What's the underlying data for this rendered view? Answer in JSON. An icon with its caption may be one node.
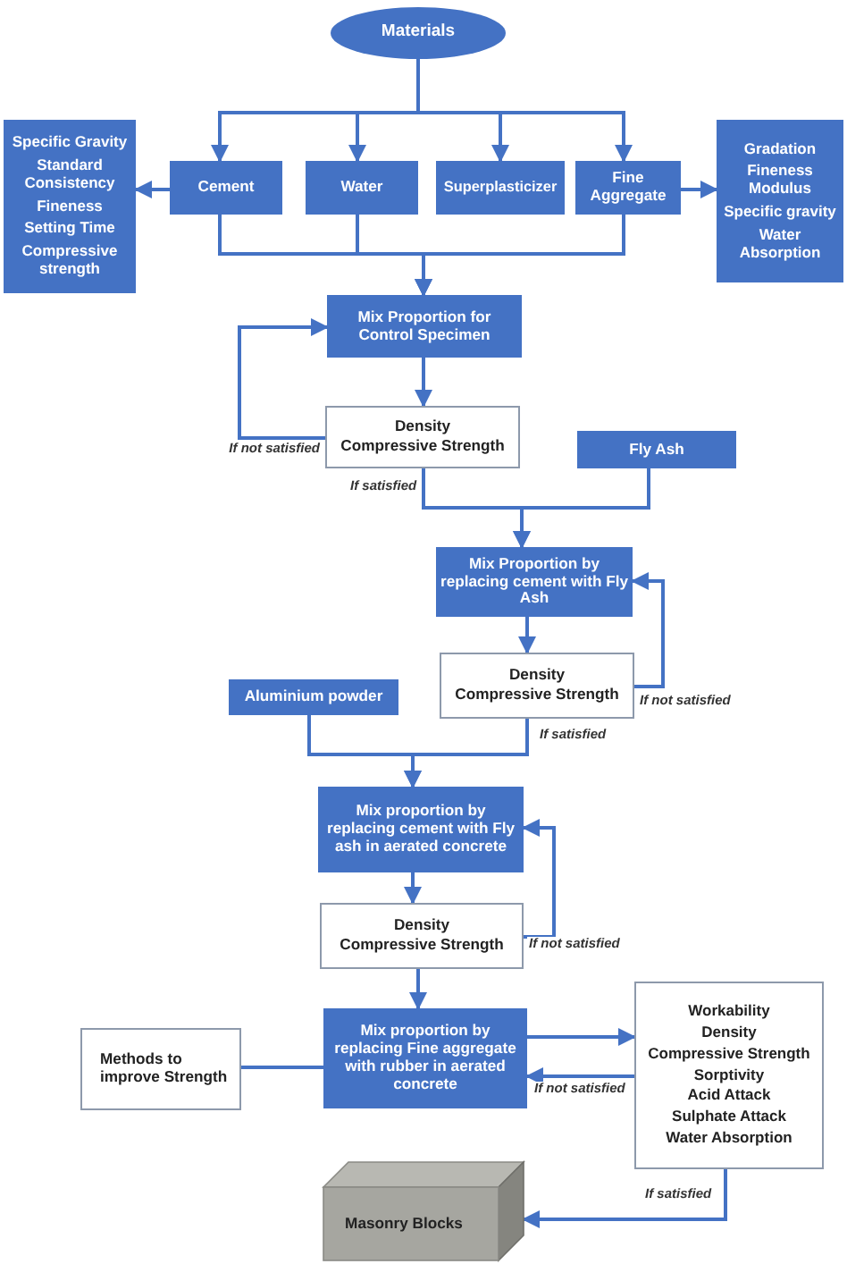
{
  "diagram": {
    "nodes": [
      {
        "text": [
          "Materials"
        ]
      },
      {
        "text": [
          "Specific Gravity",
          "Standard Consistency",
          "Fineness",
          "Setting Time",
          "Compressive strength"
        ]
      },
      {
        "text": [
          "Cement"
        ]
      },
      {
        "text": [
          "Water"
        ]
      },
      {
        "text": [
          "Superplasticizer"
        ]
      },
      {
        "text": [
          "Fine Aggregate"
        ]
      },
      {
        "text": [
          "Gradation",
          "Fineness Modulus",
          "Specific gravity",
          "Water Absorption"
        ]
      },
      {
        "text": [
          "Mix Proportion for Control Specimen"
        ]
      },
      {
        "text": [
          "Density",
          "Compressive Strength"
        ]
      },
      {
        "text": [
          "Fly Ash"
        ]
      },
      {
        "text": [
          "Mix Proportion by replacing cement with Fly Ash"
        ]
      },
      {
        "text": [
          "Density",
          "Compressive Strength"
        ]
      },
      {
        "text": [
          "Aluminium powder"
        ]
      },
      {
        "text": [
          "Mix proportion by replacing cement with Fly ash in aerated concrete"
        ]
      },
      {
        "text": [
          "Density",
          "Compressive Strength"
        ]
      },
      {
        "text": [
          "Methods to improve Strength"
        ]
      },
      {
        "text": [
          "Mix proportion by replacing Fine aggregate with rubber in aerated concrete"
        ]
      },
      {
        "text": [
          "Workability",
          "Density",
          "Compressive Strength",
          "Sorptivity",
          "Acid Attack",
          "Sulphate Attack",
          "Water Absorption"
        ]
      },
      {
        "text": [
          "Masonry Blocks"
        ]
      }
    ],
    "edges": [
      {
        "from": 0,
        "to": 2,
        "arrow": "to"
      },
      {
        "from": 0,
        "to": 3,
        "arrow": "to"
      },
      {
        "from": 0,
        "to": 4,
        "arrow": "to"
      },
      {
        "from": 0,
        "to": 5,
        "arrow": "to"
      },
      {
        "from": 2,
        "to": 1,
        "arrow": "to"
      },
      {
        "from": 5,
        "to": 6,
        "arrow": "to"
      },
      {
        "from": 2,
        "to": 7,
        "arrow": "to"
      },
      {
        "from": 3,
        "to": 7,
        "arrow": "to"
      },
      {
        "from": 5,
        "to": 7,
        "arrow": "to"
      },
      {
        "from": 7,
        "to": 8,
        "arrow": "to"
      },
      {
        "from": 8,
        "to": 7,
        "arrow": "to",
        "label": "If not satisfied"
      },
      {
        "from": 8,
        "to": 10,
        "arrow": "to",
        "label": "If satisfied"
      },
      {
        "from": 9,
        "to": 10,
        "arrow": "to"
      },
      {
        "from": 10,
        "to": 11,
        "arrow": "to"
      },
      {
        "from": 11,
        "to": 10,
        "arrow": "to",
        "label": "If not satisfied"
      },
      {
        "from": 11,
        "to": 13,
        "arrow": "to",
        "label": "If  satisfied"
      },
      {
        "from": 12,
        "to": 13,
        "arrow": "to"
      },
      {
        "from": 13,
        "to": 14,
        "arrow": "to"
      },
      {
        "from": 14,
        "to": 13,
        "arrow": "to",
        "label": "If not satisfied"
      },
      {
        "from": 14,
        "to": 16,
        "arrow": "to"
      },
      {
        "from": 16,
        "to": 17,
        "arrow": "to"
      },
      {
        "from": 17,
        "to": 16,
        "arrow": "to",
        "label": "If not satisfied"
      },
      {
        "from": 15,
        "to": 16,
        "arrow": "none"
      },
      {
        "from": 17,
        "to": 18,
        "arrow": "to",
        "label": "If  satisfied"
      }
    ]
  }
}
